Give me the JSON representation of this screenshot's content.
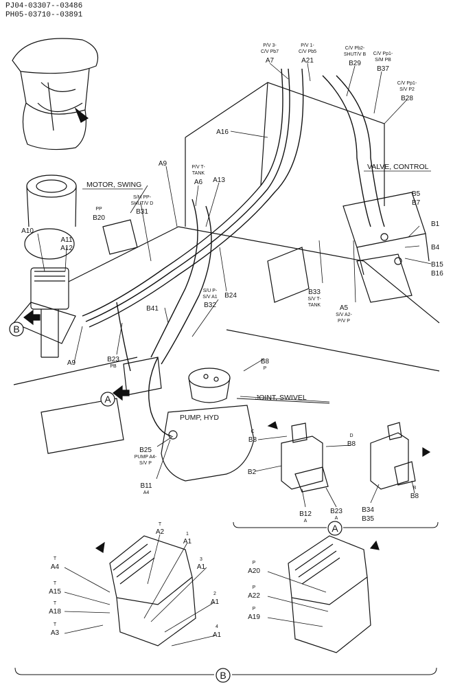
{
  "header": {
    "serial_1": "PJ04-03307--03486",
    "serial_2": "PH05-03710--03891"
  },
  "components": {
    "motor_swing": "MOTOR, SWING",
    "valve_control": "VALVE, CONTROL",
    "joint_swivel": "JOINT, SWIVEL",
    "pump_hyd": "PUMP, HYD"
  },
  "callouts": {
    "a": "A",
    "b": "B"
  },
  "labels": {
    "A7_desc": [
      "P/V 3-",
      "C/V Pb7"
    ],
    "A7": "A7",
    "A21_desc": [
      "P/V 1-",
      "C/V Pb5"
    ],
    "A21": "A21",
    "B29_desc": [
      "C/V Pb2-",
      "SHUT/V B"
    ],
    "B29": "B29",
    "B37_desc": [
      "C/V Pp1-",
      "S/M PB"
    ],
    "B37": "B37",
    "B28_desc": [
      "C/V Pp1-",
      "S/V P2"
    ],
    "B28": "B28",
    "A16": "A16",
    "A9_top": "A9",
    "A6_desc": [
      "P/V T-",
      "TANK"
    ],
    "A6": "A6",
    "A13": "A13",
    "B20_desc": "PP",
    "B20": "B20",
    "B31_desc": [
      "S/M PP-",
      "SHUT/V D"
    ],
    "B31": "B31",
    "A10": "A10",
    "A11": "A11",
    "A12": "A12",
    "B5": "B5",
    "B7": "B7",
    "B1": "B1",
    "B4": "B4",
    "B15": "B15",
    "B16": "B16",
    "B33_desc": [
      "S/V T-",
      "TANK"
    ],
    "B33": "B33",
    "A5_desc": [
      "S/V A2-",
      "P/V P"
    ],
    "A5": "A5",
    "B24": "B24",
    "B32_desc": [
      "S/U P-",
      "S/V A1"
    ],
    "B32": "B32",
    "B41": "B41",
    "B23_desc": "PB",
    "B23": "B23",
    "A9_left": "A9",
    "B8": "B8",
    "B8_desc": "P",
    "B25_desc": [
      "PUMP A4-",
      "S/V P"
    ],
    "B25": "B25",
    "B11": "B11",
    "B11_desc": "A4",
    "dA": {
      "B8_c_mark": "C",
      "B8_c": "B8",
      "B8_d_mark": "D",
      "B8_d": "B8",
      "B2": "B2",
      "B12": "B12",
      "B12_mark": "A",
      "B23": "B23",
      "B23_mark": "A",
      "B34": "B34",
      "B35": "B35",
      "B8_b_mark": "B",
      "B8_b": "B8"
    },
    "dB": {
      "A2_mark": "T",
      "A2": "A2",
      "A1_1_mark": "1",
      "A1_1": "A1",
      "A4_mark": "T",
      "A4": "A4",
      "A1_3_mark": "3",
      "A1_3": "A1",
      "A15_mark": "T",
      "A15": "A15",
      "A1_2_mark": "2",
      "A1_2": "A1",
      "A18_mark": "T",
      "A18": "A18",
      "A3_mark": "T",
      "A3": "A3",
      "A1_4_mark": "4",
      "A1_4": "A1",
      "A20_mark": "P",
      "A20": "A20",
      "A22_mark": "P",
      "A22": "A22",
      "A19_mark": "P",
      "A19": "A19"
    }
  }
}
